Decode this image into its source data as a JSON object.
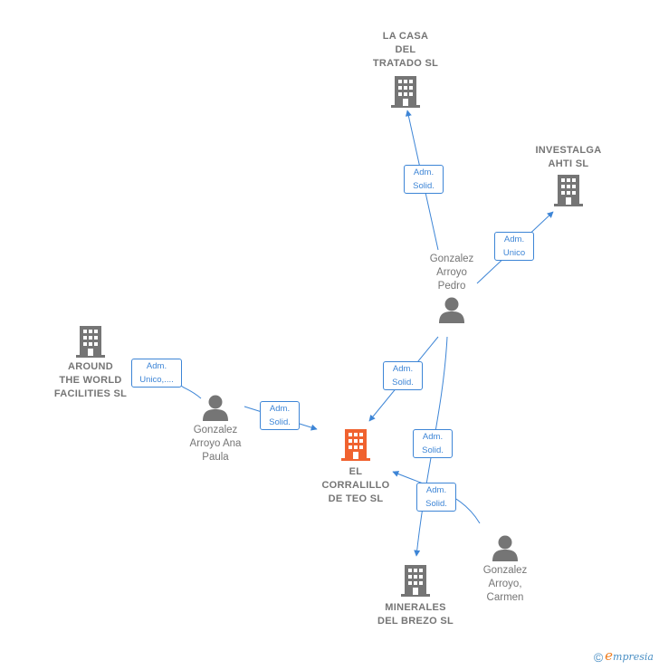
{
  "colors": {
    "edge": "#3d85d6",
    "node_gray": "#757575",
    "main_company": "#f0622f"
  },
  "nodes": {
    "la_casa": {
      "label": "LA CASA\nDEL\nTRATADO  SL",
      "icon": "building-icon"
    },
    "investalga": {
      "label": "INVESTALGA\nAHTI  SL",
      "icon": "building-icon"
    },
    "around": {
      "label": "AROUND\nTHE WORLD\nFACILITIES  SL",
      "icon": "building-icon"
    },
    "el_corralillo": {
      "label": "EL\nCORRALILLO\nDE TEO  SL",
      "icon": "building-icon"
    },
    "minerales": {
      "label": "MINERALES\nDEL BREZO  SL",
      "icon": "building-icon"
    },
    "pedro": {
      "label": "Gonzalez\nArroyo\nPedro",
      "icon": "person-icon"
    },
    "ana": {
      "label": "Gonzalez\nArroyo Ana\nPaula",
      "icon": "person-icon"
    },
    "carmen": {
      "label": "Gonzalez\nArroyo,\nCarmen",
      "icon": "person-icon"
    }
  },
  "edge_labels": {
    "pedro_lacasa": "Adm.\nSolid.",
    "pedro_investalga": "Adm.\nUnico",
    "ana_around": "Adm.\nUnico,....",
    "ana_corralillo": "Adm.\nSolid.",
    "pedro_corralillo": "Adm.\nSolid.",
    "pedro_minerales": "Adm.\nSolid.",
    "carmen_corralillo": "Adm.\nSolid."
  },
  "footer": {
    "copyright": "©",
    "brand_e": "e",
    "brand_rest": "mpresia"
  }
}
